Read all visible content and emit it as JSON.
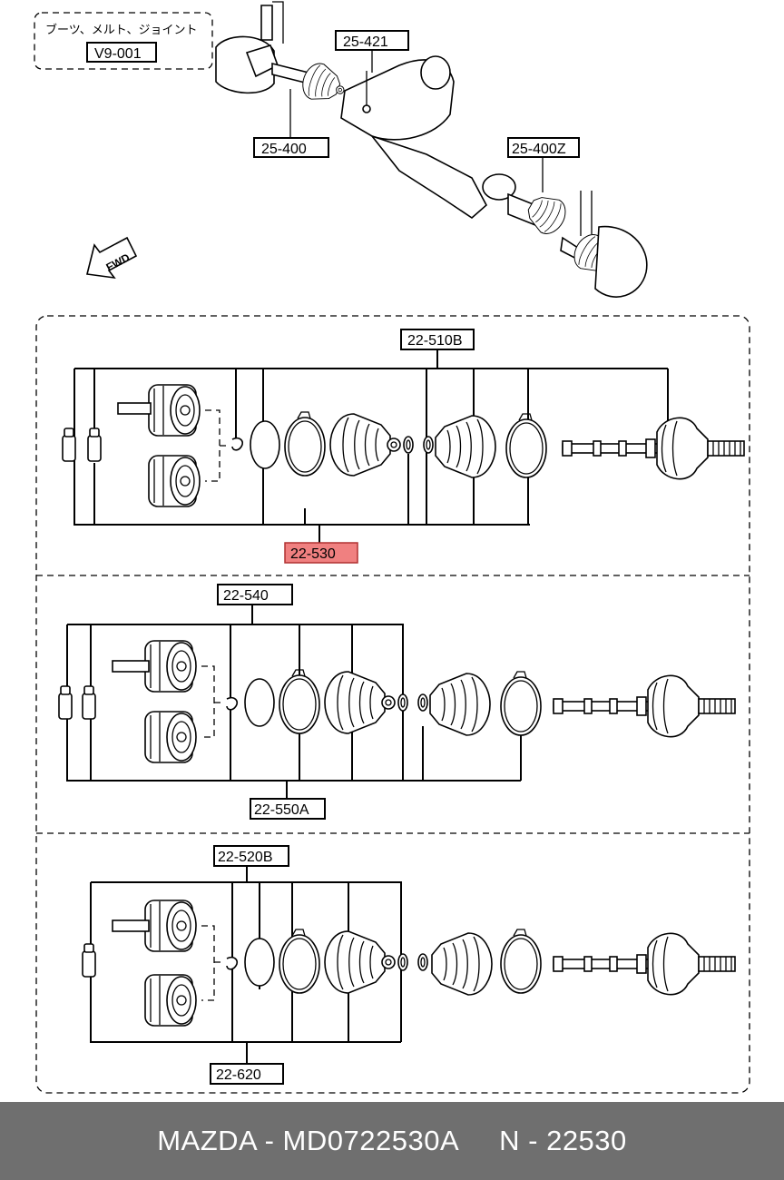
{
  "header_note": {
    "text": "ブーツ、メルト、ジョイント",
    "ref": "V9-001"
  },
  "top_callouts": {
    "c1": "25-421",
    "c2": "25-400",
    "c3": "25-400Z"
  },
  "direction_label": "FWD",
  "sections": [
    {
      "top_label": "22-510B",
      "bottom_label": "22-530",
      "bottom_highlight": true
    },
    {
      "top_label": "22-540",
      "bottom_label": "22-550A",
      "bottom_highlight": false
    },
    {
      "top_label": "22-520B",
      "bottom_label": "22-620",
      "bottom_highlight": false
    }
  ],
  "footer": {
    "brand_part": "MAZDA - MD0722530A",
    "number": "N - 22530"
  },
  "colors": {
    "highlight": "#f08080",
    "footer_bg": "#6f6f6f"
  }
}
